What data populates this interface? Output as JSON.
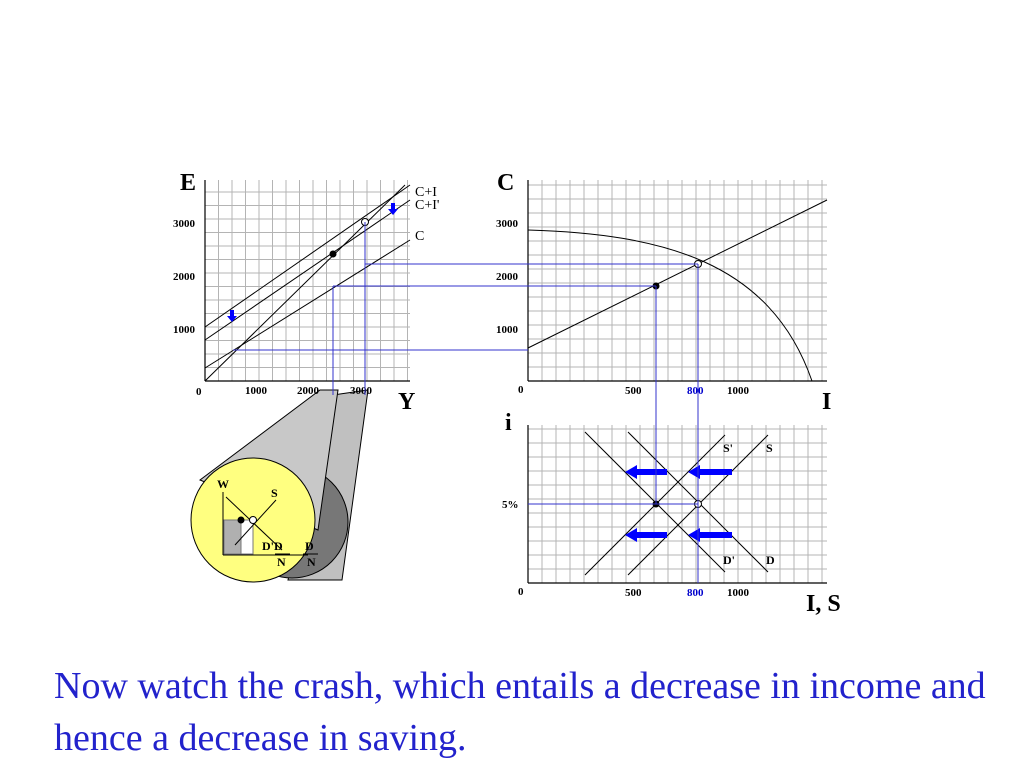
{
  "caption": "Now watch the crash, which entails a decrease in income and hence a decrease in saving.",
  "colors": {
    "accent": "#0000cc",
    "caption": "#2222cc",
    "lens": "#ffff80",
    "arrow": "#0000ff"
  },
  "diagram": {
    "expenditure_panel": {
      "y_axis_label": "E",
      "x_axis_label": "Y",
      "origin": "0",
      "y_ticks": [
        "1000",
        "2000",
        "3000"
      ],
      "x_ticks": [
        "1000",
        "2000",
        "3000"
      ],
      "lines": {
        "ci": "C+I",
        "ci_prime": "C+I'",
        "c": "C"
      }
    },
    "consumption_panel": {
      "y_axis_label": "C",
      "x_axis_label": "I",
      "origin": "0",
      "y_ticks": [
        "1000",
        "2000",
        "3000"
      ],
      "x_ticks": [
        "500",
        "800",
        "1000"
      ]
    },
    "loanable_funds_panel": {
      "y_axis_label": "i",
      "x_axis_label": "I, S",
      "origin": "0",
      "y_tick": "5%",
      "x_ticks": [
        "500",
        "800",
        "1000"
      ],
      "curves": {
        "s_prime": "S'",
        "s": "S",
        "d_prime": "D'",
        "d": "D"
      }
    },
    "labor_lens": {
      "w": "W",
      "s": "S",
      "d_prime_d": "D'D",
      "n": "N",
      "d": "D"
    }
  }
}
